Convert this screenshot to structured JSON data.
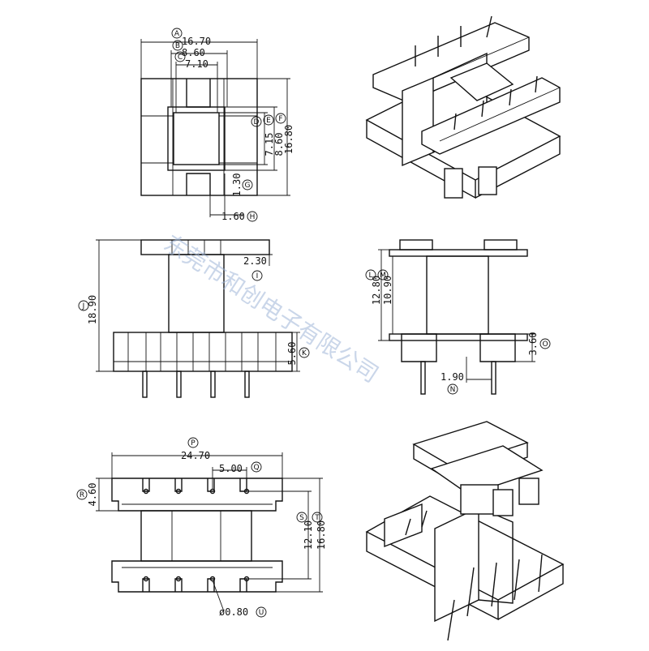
{
  "watermark": "东莞市和创电子有限公司",
  "dimensions": {
    "A": "16.70",
    "B": "8.60",
    "C": "7.10",
    "D": "7.15",
    "E": "8.60",
    "F": "16.80",
    "G": "1.30",
    "H": "1.60",
    "I": "2.30",
    "J": "18.90",
    "K": "5.60",
    "L": "12.80",
    "M": "10.90",
    "N": "1.90",
    "O": "3.60",
    "P": "24.70",
    "Q": "5.00",
    "R": "4.60",
    "S": "12.10",
    "T": "16.80",
    "U": "ø0.80"
  },
  "labels": {
    "A": "A",
    "B": "B",
    "C": "C",
    "D": "D",
    "E": "E",
    "F": "F",
    "G": "G",
    "H": "H",
    "I": "I",
    "J": "J",
    "K": "K",
    "L": "L",
    "M": "M",
    "N": "N",
    "O": "O",
    "P": "P",
    "Q": "Q",
    "R": "R",
    "S": "S",
    "T": "T",
    "U": "U"
  }
}
